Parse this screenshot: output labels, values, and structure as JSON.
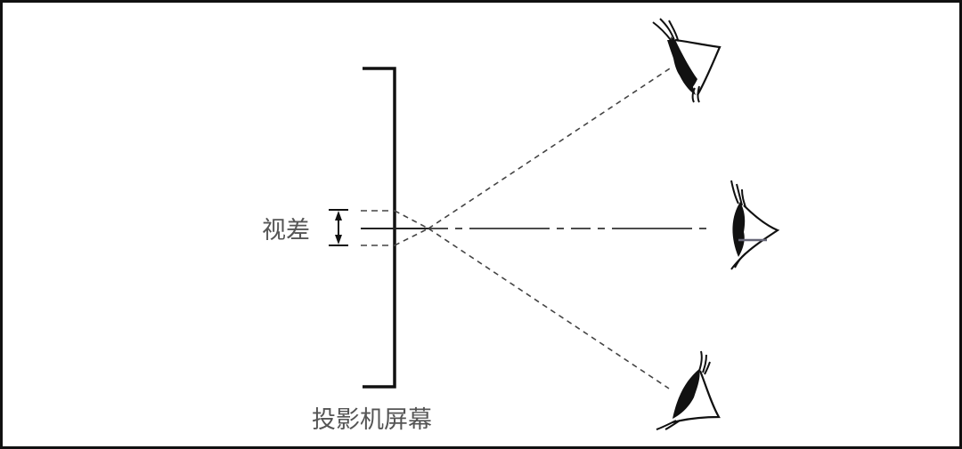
{
  "diagram": {
    "title": "Projector screen parallax diagram",
    "labels": {
      "parallax": "视差",
      "screen": "投影机屏幕"
    },
    "elements": {
      "screen": "projector screen bracket",
      "eyes": [
        "eye-top",
        "eye-middle",
        "eye-bottom"
      ],
      "sight_lines": [
        "dashed line to top eye",
        "dash-dot line to middle eye",
        "dashed line to bottom eye"
      ],
      "parallax_marker": "double-headed arrow between dashed offsets"
    },
    "colors": {
      "line": "#111111",
      "label": "#555555",
      "dash": "#444444",
      "background": "#ffffff"
    }
  }
}
